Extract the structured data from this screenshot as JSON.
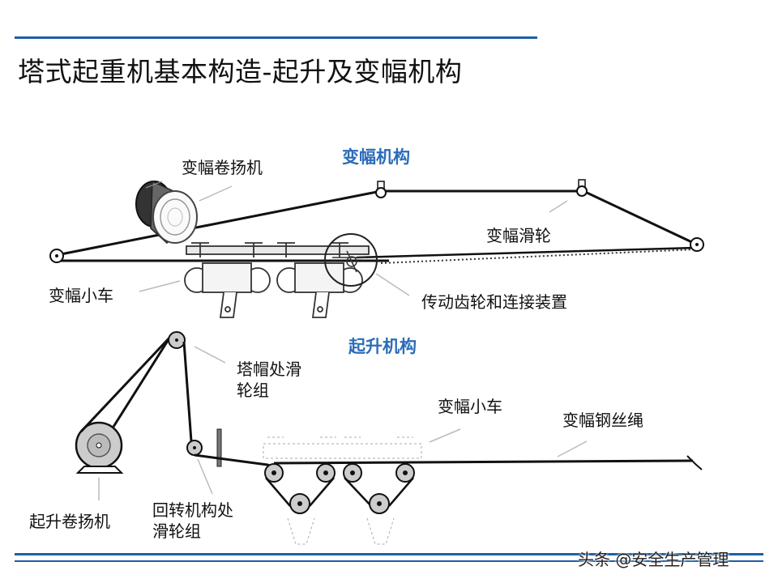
{
  "title": "塔式起重机基本构造-起升及变幅机构",
  "sections": {
    "luffing": "变幅机构",
    "hoisting": "起升机构"
  },
  "labels": {
    "luffing_winch": "变幅卷扬机",
    "luffing_pulley": "变幅滑轮",
    "luffing_trolley_top": "变幅小车",
    "gear_connector": "传动齿轮和连接装置",
    "tower_top_pulley_line1": "塔帽处滑",
    "tower_top_pulley_line2": "轮组",
    "luffing_trolley_bottom": "变幅小车",
    "luffing_wire_rope": "变幅钢丝绳",
    "hoist_winch": "起升卷扬机",
    "slewing_pulley_line1": "回转机构处",
    "slewing_pulley_line2": "滑轮组"
  },
  "watermark": "头条 @安全生产管理",
  "colors": {
    "accent": "#1f5fa8",
    "section_text": "#2b6cb8",
    "line": "#111111",
    "leader": "#bbbbbb"
  }
}
